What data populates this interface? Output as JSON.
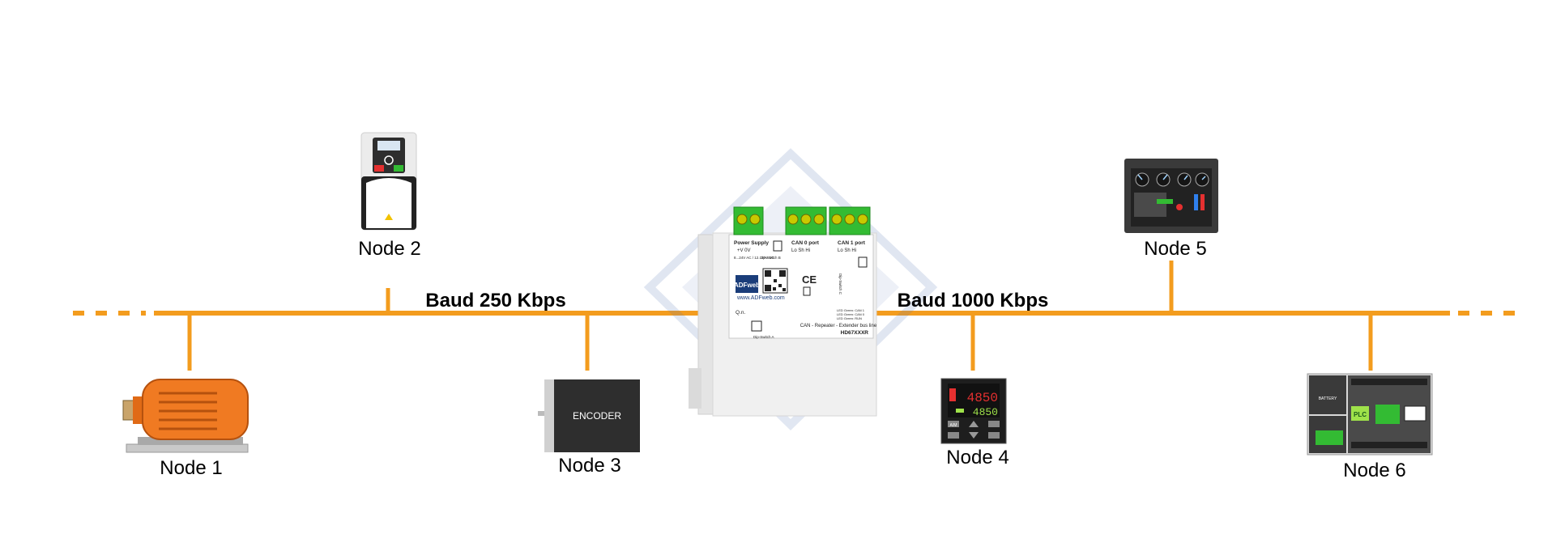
{
  "segments": [
    {
      "baud_label": "Baud 250 Kbps"
    },
    {
      "baud_label": "Baud 1000 Kbps"
    }
  ],
  "nodes": [
    {
      "label": "Node 1",
      "device": "electric-motor"
    },
    {
      "label": "Node 2",
      "device": "inverter-drive"
    },
    {
      "label": "Node 3",
      "device": "encoder",
      "device_text": "ENCODER"
    },
    {
      "label": "Node 4",
      "device": "temperature-controller",
      "display_top": "4850",
      "display_bottom": "4850",
      "button_text": "A/M"
    },
    {
      "label": "Node 5",
      "device": "hmi-panel"
    },
    {
      "label": "Node 6",
      "device": "plc",
      "battery_text": "BATTERY",
      "plc_text": "PLC"
    }
  ],
  "repeater": {
    "power_supply_label": "Power Supply",
    "power_terminals": "+V  0V",
    "power_range": "8...24V AC / 12...35V DC",
    "can0_label": "CAN 0 port",
    "can0_terminals": "Lo  Sh  Hi",
    "can1_label": "CAN 1 port",
    "can1_terminals": "Lo  Sh  Hi",
    "dip_switch_b": "Dip-Switch B",
    "dip_switch_a": "Dip-Switch A",
    "dip_switch_c": "Dip-Switch C",
    "brand": "ADFweb",
    "website": "www.ADFweb.com",
    "qn_label": "Q.n.",
    "ce_mark": "CE",
    "description": "CAN - Repeater - Extender bus line",
    "model": "HD67XXXR",
    "led_line1": "LED Green: CAN 1",
    "led_line2": "LED Green: CAN 0",
    "led_line3": "LED Green: RUN"
  },
  "colors": {
    "bus": "#F39C1E",
    "motor": "#F07A22",
    "repeater_body": "#F0F0F0",
    "terminal": "#33BB33",
    "panel_dark": "#2E2E2E",
    "display_red": "#E53030",
    "display_green": "#9FE24A"
  }
}
